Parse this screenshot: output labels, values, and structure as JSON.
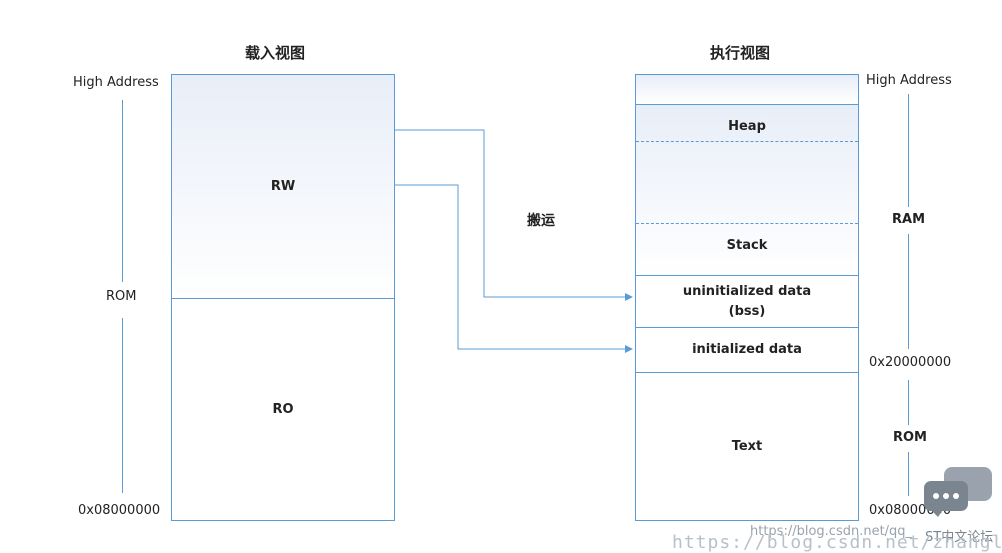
{
  "load_view": {
    "title": "载入视图",
    "high_address": "High Address",
    "side_label": "ROM",
    "base_address": "0x08000000",
    "regions": [
      {
        "label": "RW"
      },
      {
        "label": "RO"
      }
    ]
  },
  "exec_view": {
    "title": "执行视图",
    "high_address": "High Address",
    "ram_label": "RAM",
    "ram_base": "0x20000000",
    "rom_label": "ROM",
    "rom_base": "0x08000000",
    "regions": [
      {
        "label": ""
      },
      {
        "label": "Heap"
      },
      {
        "label": "Stack"
      },
      {
        "label": "uninitialized data\n(bss)"
      },
      {
        "label": "initialized data"
      },
      {
        "label": "Text"
      }
    ]
  },
  "transfer_label": "搬运",
  "watermark": {
    "line1": "https://blog.csdn.net/qq_",
    "line2": "https://blog.csdn.net/zhangliang",
    "badge_text": "ST中文论坛"
  },
  "colors": {
    "line": "#5b9bd5",
    "fill_top": "#e8eef8"
  }
}
